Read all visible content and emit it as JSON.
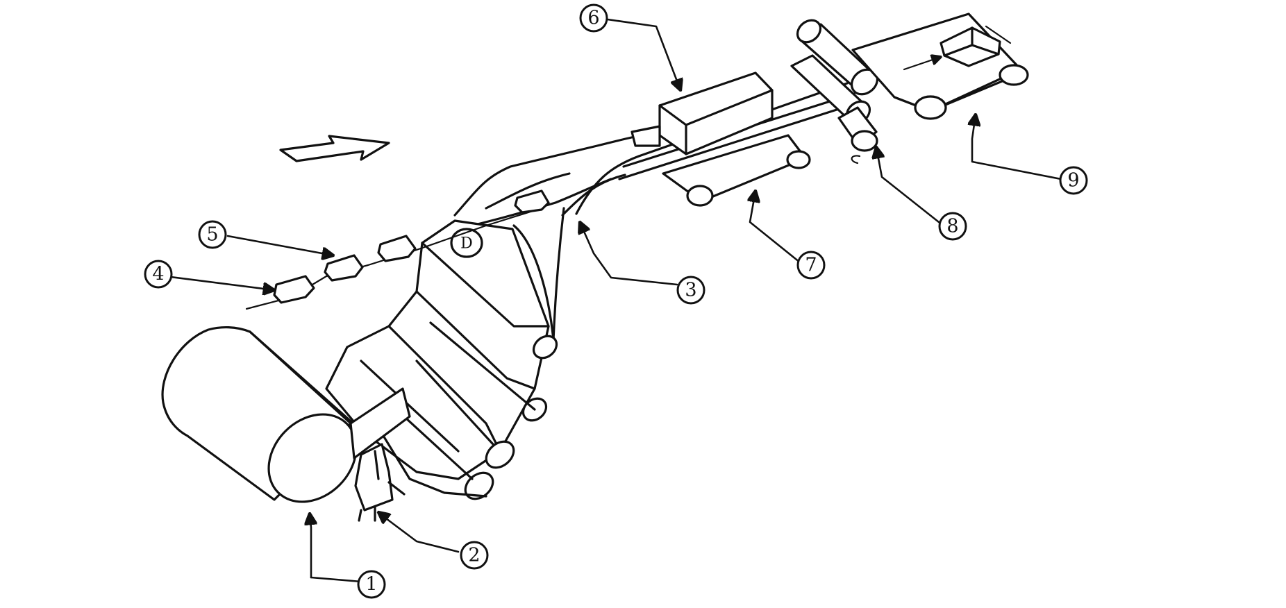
{
  "callouts": [
    {
      "id": "c1",
      "label": "1"
    },
    {
      "id": "c2",
      "label": "2"
    },
    {
      "id": "c3",
      "label": "3"
    },
    {
      "id": "c4",
      "label": "4"
    },
    {
      "id": "c5",
      "label": "5"
    },
    {
      "id": "c6",
      "label": "6"
    },
    {
      "id": "c7",
      "label": "7"
    },
    {
      "id": "c8",
      "label": "8"
    },
    {
      "id": "c9",
      "label": "9"
    }
  ],
  "roller_label": "D",
  "colors": {
    "ink": "#111111",
    "background": "#ffffff"
  }
}
